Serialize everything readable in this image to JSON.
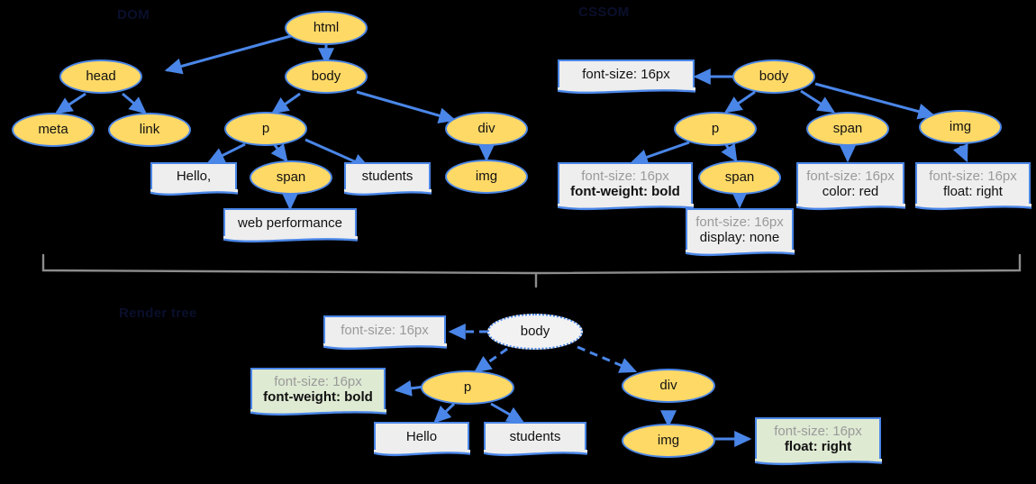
{
  "diagram": {
    "background": "#000000",
    "node_fill": "#ffd966",
    "node_stroke": "#4a86e8",
    "note_fill": "#eeeeee",
    "note_fill_green": "#deead2",
    "brace_color": "#8c8c8c",
    "muted_text": "#9a9a9a"
  },
  "sections": {
    "dom": {
      "title": "DOM"
    },
    "cssom": {
      "title": "CSSOM"
    },
    "render": {
      "title": "Render tree"
    }
  },
  "dom_tree": {
    "nodes": [
      {
        "id": "html",
        "label": "html"
      },
      {
        "id": "head",
        "label": "head"
      },
      {
        "id": "body",
        "label": "body"
      },
      {
        "id": "meta",
        "label": "meta"
      },
      {
        "id": "link",
        "label": "link"
      },
      {
        "id": "p",
        "label": "p"
      },
      {
        "id": "div",
        "label": "div"
      },
      {
        "id": "span",
        "label": "span"
      },
      {
        "id": "img",
        "label": "img"
      }
    ],
    "text_nodes": [
      {
        "id": "hello",
        "label": "Hello,"
      },
      {
        "id": "students",
        "label": "students"
      },
      {
        "id": "webperf",
        "label": "web performance"
      }
    ],
    "edges": [
      [
        "html",
        "head"
      ],
      [
        "html",
        "body"
      ],
      [
        "head",
        "meta"
      ],
      [
        "head",
        "link"
      ],
      [
        "body",
        "p"
      ],
      [
        "body",
        "div"
      ],
      [
        "p",
        "hello"
      ],
      [
        "p",
        "span"
      ],
      [
        "p",
        "students"
      ],
      [
        "span",
        "webperf"
      ],
      [
        "div",
        "img"
      ]
    ]
  },
  "cssom_tree": {
    "nodes": [
      {
        "id": "body",
        "label": "body"
      },
      {
        "id": "p",
        "label": "p"
      },
      {
        "id": "span1",
        "label": "span"
      },
      {
        "id": "span2",
        "label": "span"
      },
      {
        "id": "img",
        "label": "img"
      }
    ],
    "notes": [
      {
        "id": "n-body",
        "lines": [
          {
            "text": "font-size: 16px",
            "style": "plain"
          }
        ]
      },
      {
        "id": "n-p",
        "lines": [
          {
            "text": "font-size: 16px",
            "style": "muted"
          },
          {
            "text": "font-weight: bold",
            "style": "strong"
          }
        ]
      },
      {
        "id": "n-span2",
        "lines": [
          {
            "text": "font-size: 16px",
            "style": "muted"
          },
          {
            "text": "display: none",
            "style": "plain"
          }
        ]
      },
      {
        "id": "n-span1",
        "lines": [
          {
            "text": "font-size: 16px",
            "style": "muted"
          },
          {
            "text": "color: red",
            "style": "plain"
          }
        ]
      },
      {
        "id": "n-img",
        "lines": [
          {
            "text": "font-size: 16px",
            "style": "muted"
          },
          {
            "text": "float: right",
            "style": "plain"
          }
        ]
      }
    ],
    "edges": [
      [
        "body",
        "n-body"
      ],
      [
        "body",
        "p"
      ],
      [
        "body",
        "span1"
      ],
      [
        "body",
        "img"
      ],
      [
        "p",
        "n-p"
      ],
      [
        "p",
        "span2"
      ],
      [
        "span2",
        "n-span2"
      ],
      [
        "span1",
        "n-span1"
      ],
      [
        "img",
        "n-img"
      ]
    ]
  },
  "render_tree": {
    "nodes": [
      {
        "id": "body",
        "label": "body",
        "variant": "white-dotted"
      },
      {
        "id": "p",
        "label": "p",
        "variant": "yellow"
      },
      {
        "id": "div",
        "label": "div",
        "variant": "yellow"
      },
      {
        "id": "img",
        "label": "img",
        "variant": "yellow"
      }
    ],
    "text_nodes": [
      {
        "id": "hello",
        "label": "Hello"
      },
      {
        "id": "students",
        "label": "students"
      }
    ],
    "notes": [
      {
        "id": "n-body",
        "tone": "gray",
        "lines": [
          {
            "text": "font-size: 16px",
            "style": "muted"
          }
        ]
      },
      {
        "id": "n-p",
        "tone": "green",
        "lines": [
          {
            "text": "font-size: 16px",
            "style": "muted"
          },
          {
            "text": "font-weight: bold",
            "style": "strong"
          }
        ]
      },
      {
        "id": "n-img",
        "tone": "green",
        "lines": [
          {
            "text": "font-size: 16px",
            "style": "muted"
          },
          {
            "text": "float: right",
            "style": "strong"
          }
        ]
      }
    ],
    "edges": [
      [
        "body",
        "n-body",
        "dashed"
      ],
      [
        "body",
        "p",
        "dashed"
      ],
      [
        "body",
        "div",
        "dashed"
      ],
      [
        "p",
        "n-p",
        "solid"
      ],
      [
        "p",
        "hello",
        "solid"
      ],
      [
        "p",
        "students",
        "solid"
      ],
      [
        "div",
        "img",
        "solid"
      ],
      [
        "img",
        "n-img",
        "solid"
      ]
    ]
  }
}
